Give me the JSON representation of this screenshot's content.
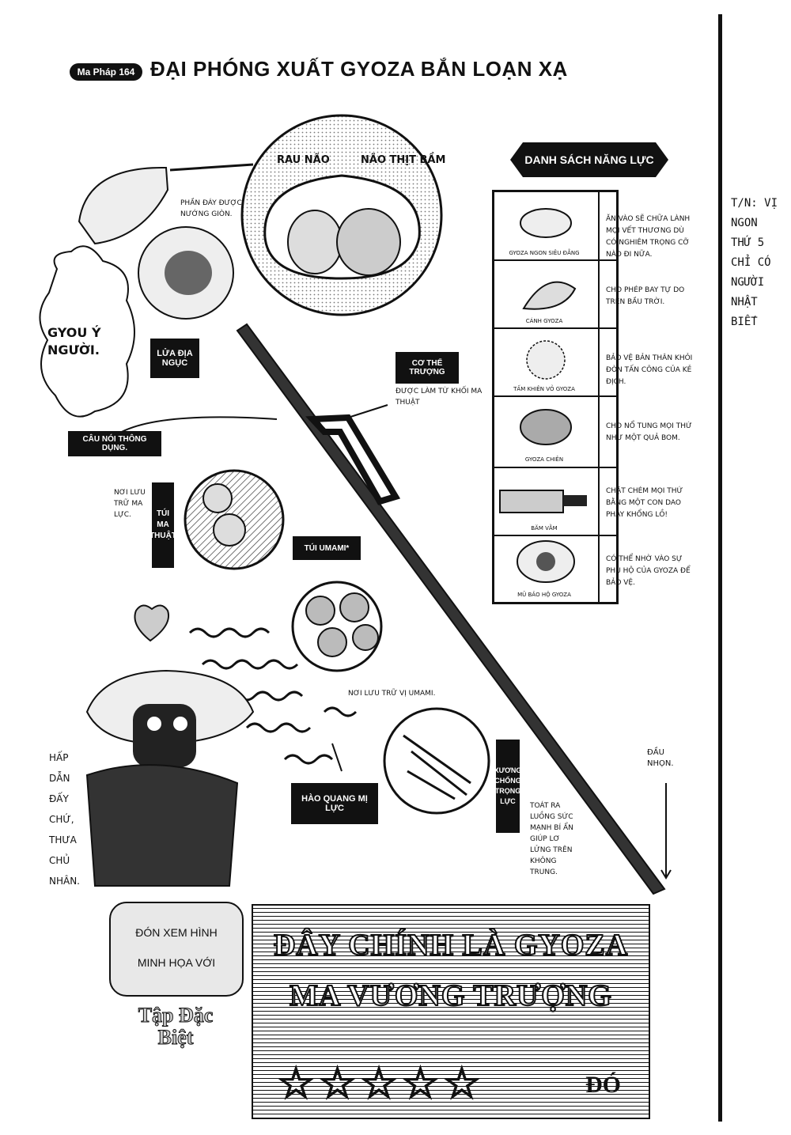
{
  "header": {
    "chapter_label": "Ma Pháp 164",
    "chapter_title": "ĐẠI PHÓNG XUẤT GYOZA BẮN LOẠN XẠ"
  },
  "translator_note": "T/N: VỊ NGON THỨ 5 CHỈ CÓ NGƯỜI NHẬT BIẾT",
  "diagram": {
    "rau_nao": "RAU NÃO",
    "nao_thit_bam": "NÃO THỊT BẦM",
    "phan_day": "PHẦN ĐÁY ĐƯỢC NƯỚNG GIÒN.",
    "gyou_y": "GYOU Ý NGƯỜI.",
    "lua_dia_nguc": "LỬA ĐỊA NGỤC",
    "cau_noi": "CÂU NÓI THÔNG DỤNG.",
    "co_the_truong": "CƠ THỂ TRƯỢNG",
    "duoc_lam": "ĐƯỢC LÀM TỪ KHỐI MA THUẬT",
    "noi_luu_tru_ma_luc": "NƠI LƯU TRỮ MA LỰC.",
    "tui_ma_thuat": "TÚI MA THUẬT",
    "tui_umami": "TÚI UMAMI*",
    "noi_luu_tru_umami": "NƠI LƯU TRỮ VỊ UMAMI.",
    "hao_quang": "HÀO QUANG MỊ LỰC",
    "xuong_chong": "XƯƠNG CHỐNG TRỌNG LỰC",
    "toat_ra": "TOÁT RA LUỒNG SỨC MẠNH BÍ ẨN GIÚP LƠ LỬNG TRÊN KHÔNG TRUNG.",
    "dau_nhon": "ĐẦU NHỌN.",
    "hap_dan": "HẤP DẪN ĐẤY CHỨ, THƯA CHỦ NHÂN."
  },
  "abilities": {
    "header": "DANH SÁCH NĂNG LỰC",
    "rows": [
      {
        "name": "GYOZA NGON SIÊU ĐẲNG",
        "desc": "ĂN VÀO SẼ CHỮA LÀNH MỌI VẾT THƯƠNG DÙ CÓ NGHIÊM TRỌNG CỠ NÀO ĐI NỮA."
      },
      {
        "name": "CÁNH GYOZA",
        "desc": "CHO PHÉP BAY TỰ DO TRÊN BẦU TRỜI."
      },
      {
        "name": "TẤM KHIÊN VỎ GYOZA",
        "desc": "BẢO VỆ BẢN THÂN KHỎI ĐÒN TẤN CÔNG CỦA KẺ ĐỊCH."
      },
      {
        "name": "GYOZA CHIÊN",
        "desc": "CHO NỔ TUNG MỌI THỨ NHƯ MỘT QUẢ BOM."
      },
      {
        "name": "BĂM VẰM",
        "desc": "CHẶT CHÉM MỌI THỨ BẰNG MỘT CON DAO PHAY KHỔNG LỒ!"
      },
      {
        "name": "MŨ BẢO HỘ GYOZA",
        "desc": "CÓ THỂ NHỜ VÀO SỰ PHÙ HỘ CỦA GYOZA ĐỂ BẢO VỆ."
      }
    ]
  },
  "footer": {
    "line1": "ĐÂY CHÍNH LÀ GYOZA",
    "line2": "MA VƯƠNG TRƯỢNG",
    "stars": "☆☆☆☆☆",
    "do": "ĐÓ",
    "promo_line1": "ĐÓN XEM HÌNH",
    "promo_line2": "MINH HỌA VỚI",
    "special": "Tập Đặc Biệt"
  }
}
